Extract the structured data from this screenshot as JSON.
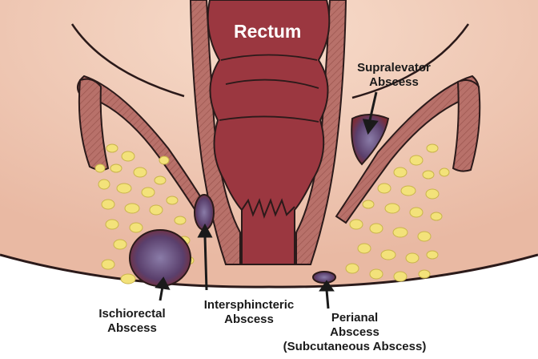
{
  "diagram": {
    "title": "Rectum",
    "labels": {
      "supralevator": {
        "line1": "Supralevator",
        "line2": "Abscess"
      },
      "ischiorectal": {
        "line1": "Ischiorectal",
        "line2": "Abscess"
      },
      "intersphincteric": {
        "line1": "Intersphincteric",
        "line2": "Abscess"
      },
      "perianal": {
        "line1": "Perianal",
        "line2": "Abscess",
        "line3": "(Subcutaneous Abscess)"
      }
    }
  },
  "colors": {
    "skin": "#f2cdb8",
    "tissue_shadow": "#e8b3a0",
    "rectum": "#9b3740",
    "rectum_dark": "#7c2730",
    "muscle": "#b5706a",
    "outline": "#2b1a1a",
    "fat": "#f3e27a",
    "abscess": "#6a4a78"
  }
}
